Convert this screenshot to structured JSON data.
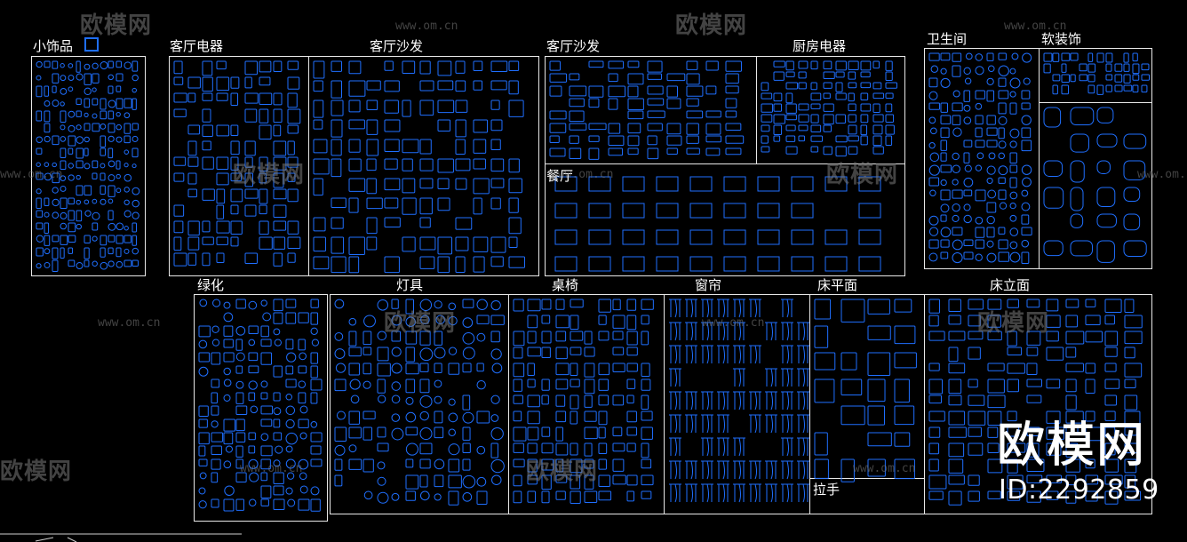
{
  "sheet": {
    "background": "#000000",
    "symbol_color": "#1f6fff",
    "frame_color": "#e8e8e8",
    "groups": [
      {
        "id": "small-decor",
        "label": "小饰品"
      },
      {
        "id": "tv-appliances",
        "label": "客厅电器"
      },
      {
        "id": "living-sofa-1",
        "label": "客厅沙发"
      },
      {
        "id": "living-sofa-2",
        "label": "客厅沙发"
      },
      {
        "id": "kitchen-appliances",
        "label": "厨房电器"
      },
      {
        "id": "bathroom",
        "label": "卫生间"
      },
      {
        "id": "soft-decor",
        "label": "软装饰"
      },
      {
        "id": "dining",
        "label": "餐厅"
      },
      {
        "id": "plants",
        "label": "绿化"
      },
      {
        "id": "lamps",
        "label": "灯具"
      },
      {
        "id": "tables-chairs",
        "label": "桌椅"
      },
      {
        "id": "curtains",
        "label": "窗帘"
      },
      {
        "id": "bed-plan",
        "label": "床平面"
      },
      {
        "id": "bed-elevation",
        "label": "床立面"
      },
      {
        "id": "handles",
        "label": "拉手"
      }
    ]
  },
  "watermark": {
    "logo": "欧模网",
    "url": "www.om.cn"
  },
  "brand": {
    "name": "欧模网",
    "id": "ID:2292859"
  }
}
